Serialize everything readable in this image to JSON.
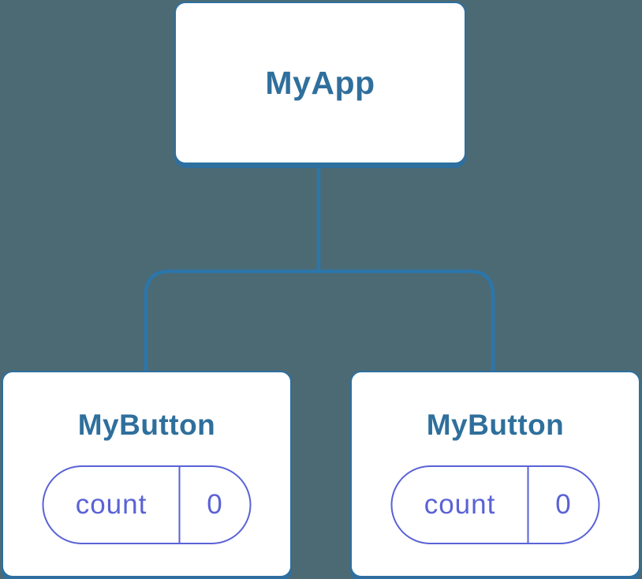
{
  "colors": {
    "background": "#4c6a74",
    "node_border": "#2e6f9f",
    "node_fill": "#ffffff",
    "label_blue": "#2f6f9c",
    "state_indigo": "#5a62d6",
    "connector": "#2b76ab"
  },
  "tree": {
    "root": {
      "label": "MyApp"
    },
    "children": [
      {
        "label": "MyButton",
        "state": {
          "name": "count",
          "value": "0"
        }
      },
      {
        "label": "MyButton",
        "state": {
          "name": "count",
          "value": "0"
        }
      }
    ]
  }
}
